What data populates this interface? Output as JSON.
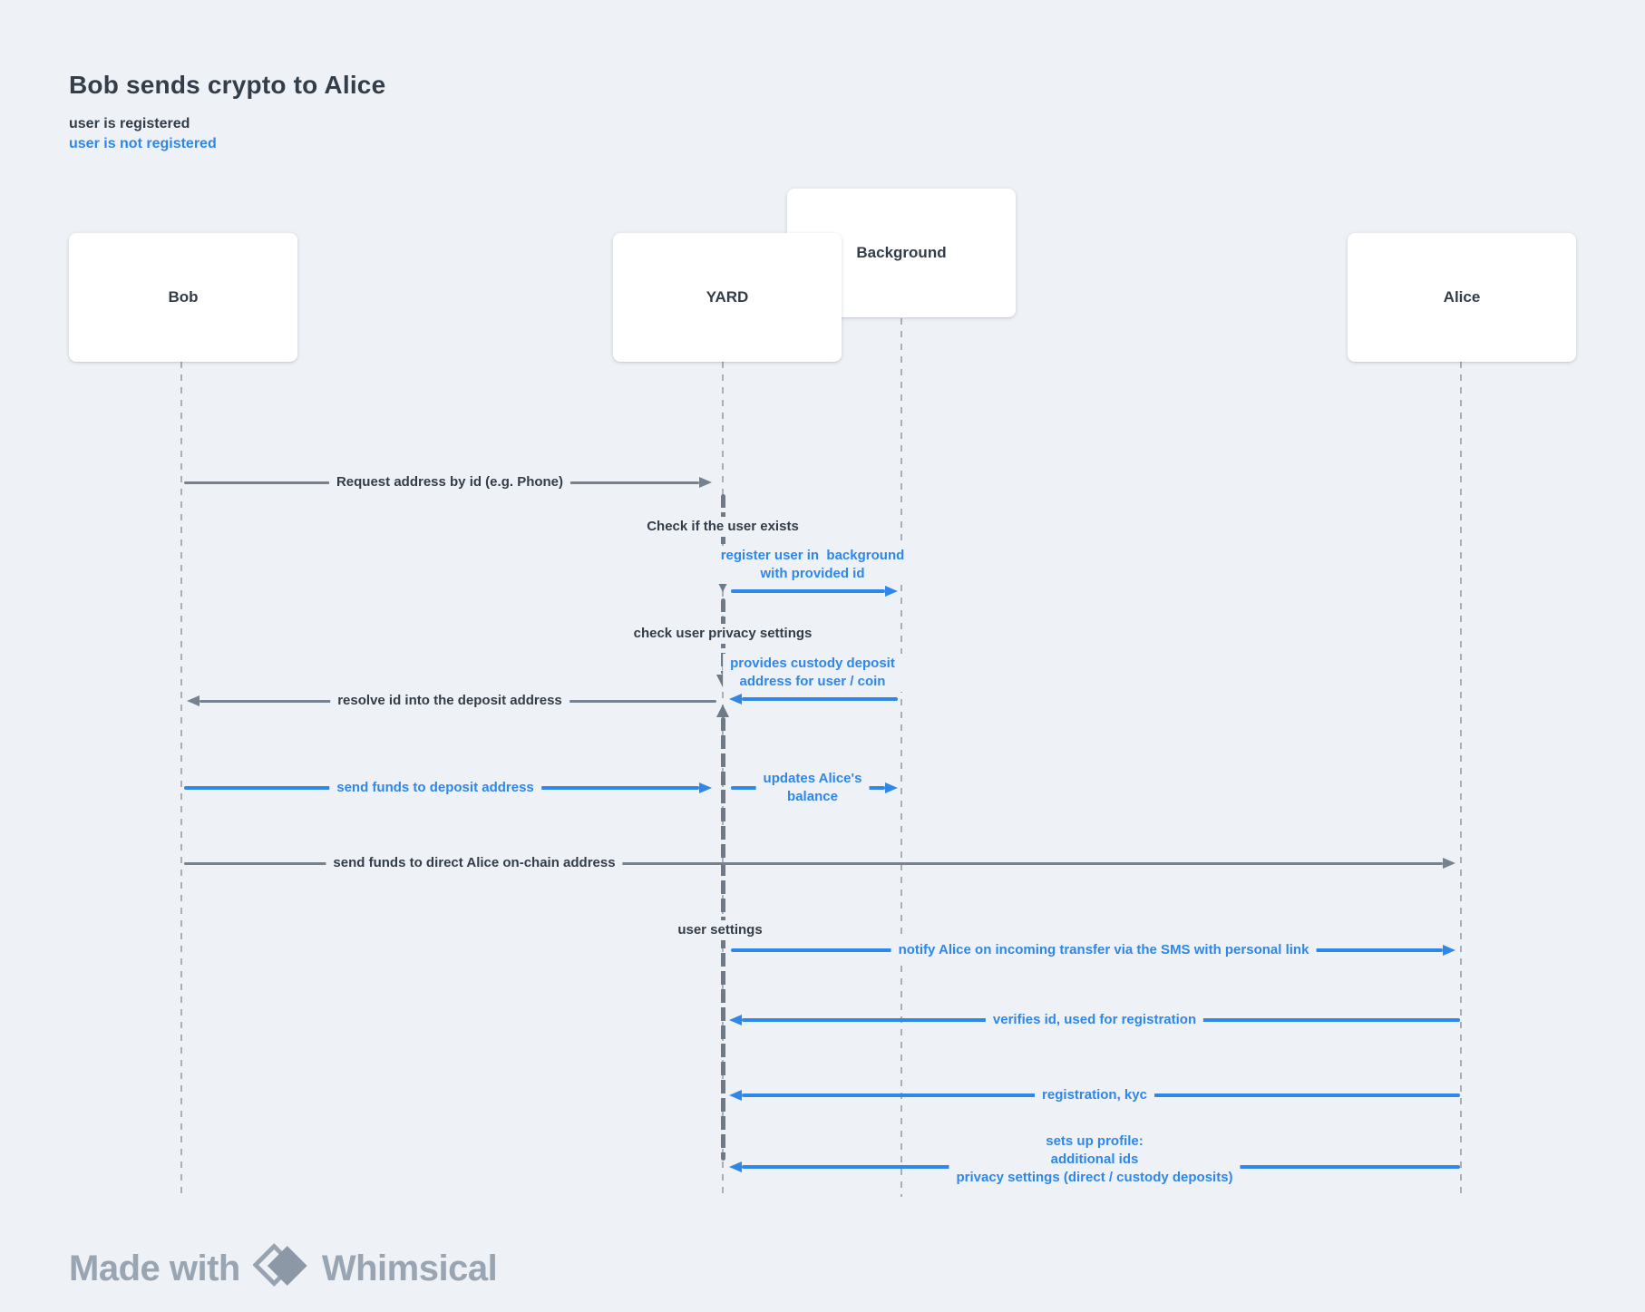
{
  "title": {
    "text": "Bob sends crypto to Alice"
  },
  "legend": {
    "registered": "user is registered",
    "not_registered": "user is not registered"
  },
  "actors": {
    "bob": "Bob",
    "yard": "YARD",
    "background": "Background",
    "alice": "Alice"
  },
  "messages": {
    "request_address": "Request address by id (e.g. Phone)",
    "check_user_exists": "Check if the user exists",
    "register_user_line1": "register user in  background",
    "register_user_line2": "with provided id",
    "check_privacy": "check user privacy settings",
    "provides_custody_line1": "provides custody deposit",
    "provides_custody_line2": "address for user / coin",
    "resolve_id": "resolve id into the deposit address",
    "send_funds_deposit": "send funds to deposit address",
    "updates_balance_line1": "updates Alice's",
    "updates_balance_line2": "balance",
    "send_funds_direct": "send funds to direct Alice on-chain address",
    "user_settings": "user settings",
    "notify_alice": "notify Alice on incoming transfer via the SMS with personal link",
    "verifies_id": "verifies id, used for registration",
    "registration_kyc": "registration, kyc",
    "sets_up_profile_line1": "sets up profile:",
    "sets_up_profile_line2": "additional ids",
    "sets_up_profile_line3": "privacy settings (direct / custody deposits)"
  },
  "footer": {
    "made_with": "Made with",
    "brand": "Whimsical",
    "logo_icon": "whimsical-diamonds-icon"
  },
  "colors": {
    "background": "#EEF1F5",
    "accent_blue": "#2E87E9",
    "arrow_gray": "#76828F",
    "text_dark": "#333D49",
    "lifeline_gray": "#A6AFBA",
    "footer_gray": "#99A5B2"
  }
}
